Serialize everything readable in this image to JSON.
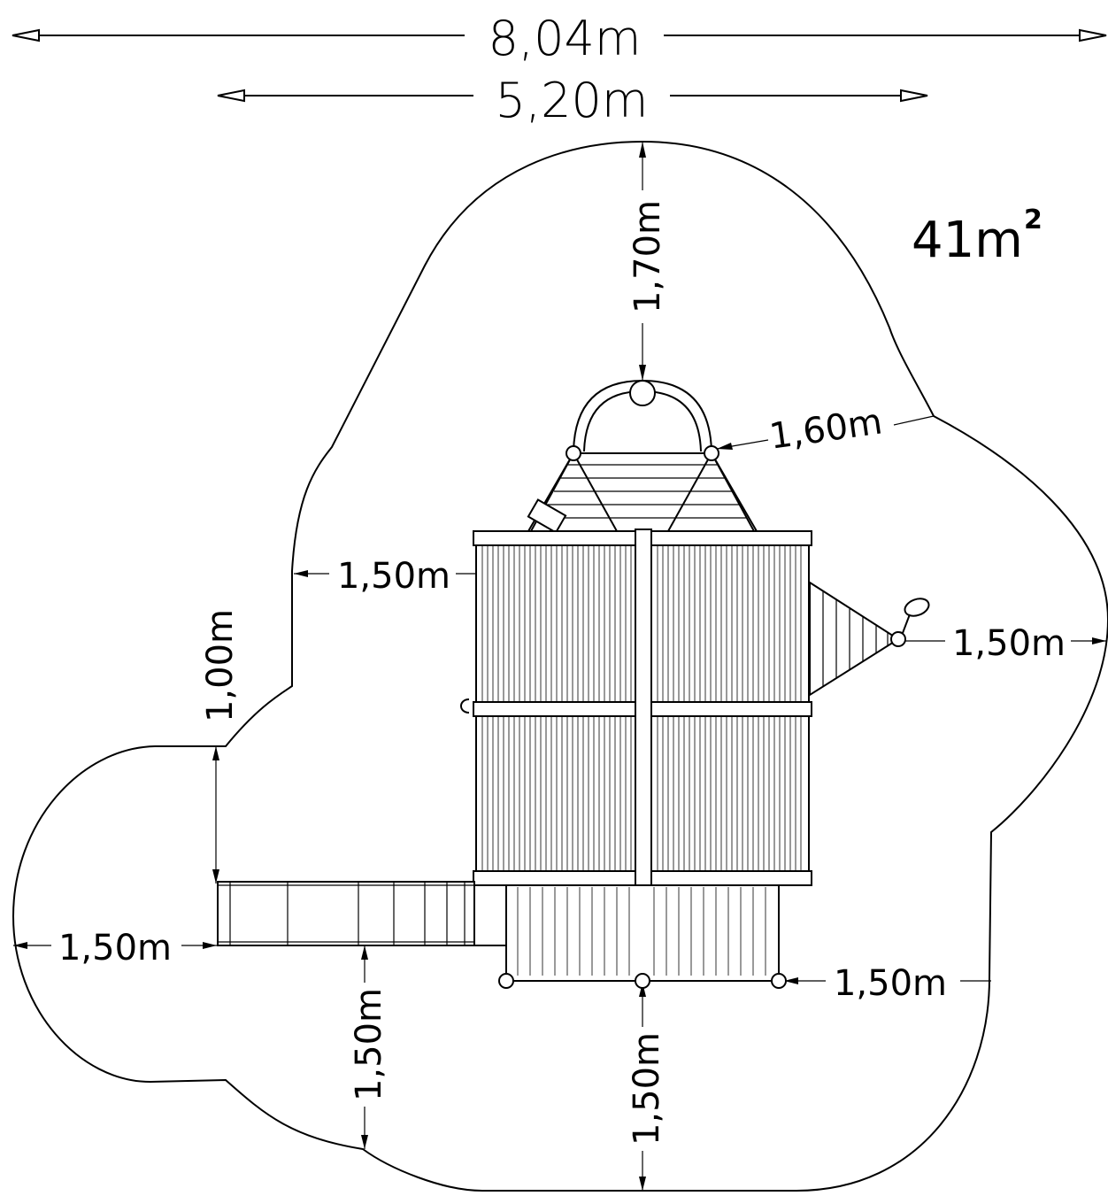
{
  "drawing": {
    "overall_width": "8,04m",
    "inner_width": "5,20m",
    "area_label": "41m",
    "area_superscript": "2",
    "dimensions": {
      "top_clearance": "1,70m",
      "top_right_clearance": "1,60m",
      "left_tower_clearance": "1,50m",
      "right_clearance": "1,50m",
      "left_step_height": "1,00m",
      "left_slide_clearance": "1,50m",
      "bottom_right_clearance": "1,50m",
      "bottom_slide_clearance": "1,50m",
      "bottom_center_clearance": "1,50m"
    }
  }
}
